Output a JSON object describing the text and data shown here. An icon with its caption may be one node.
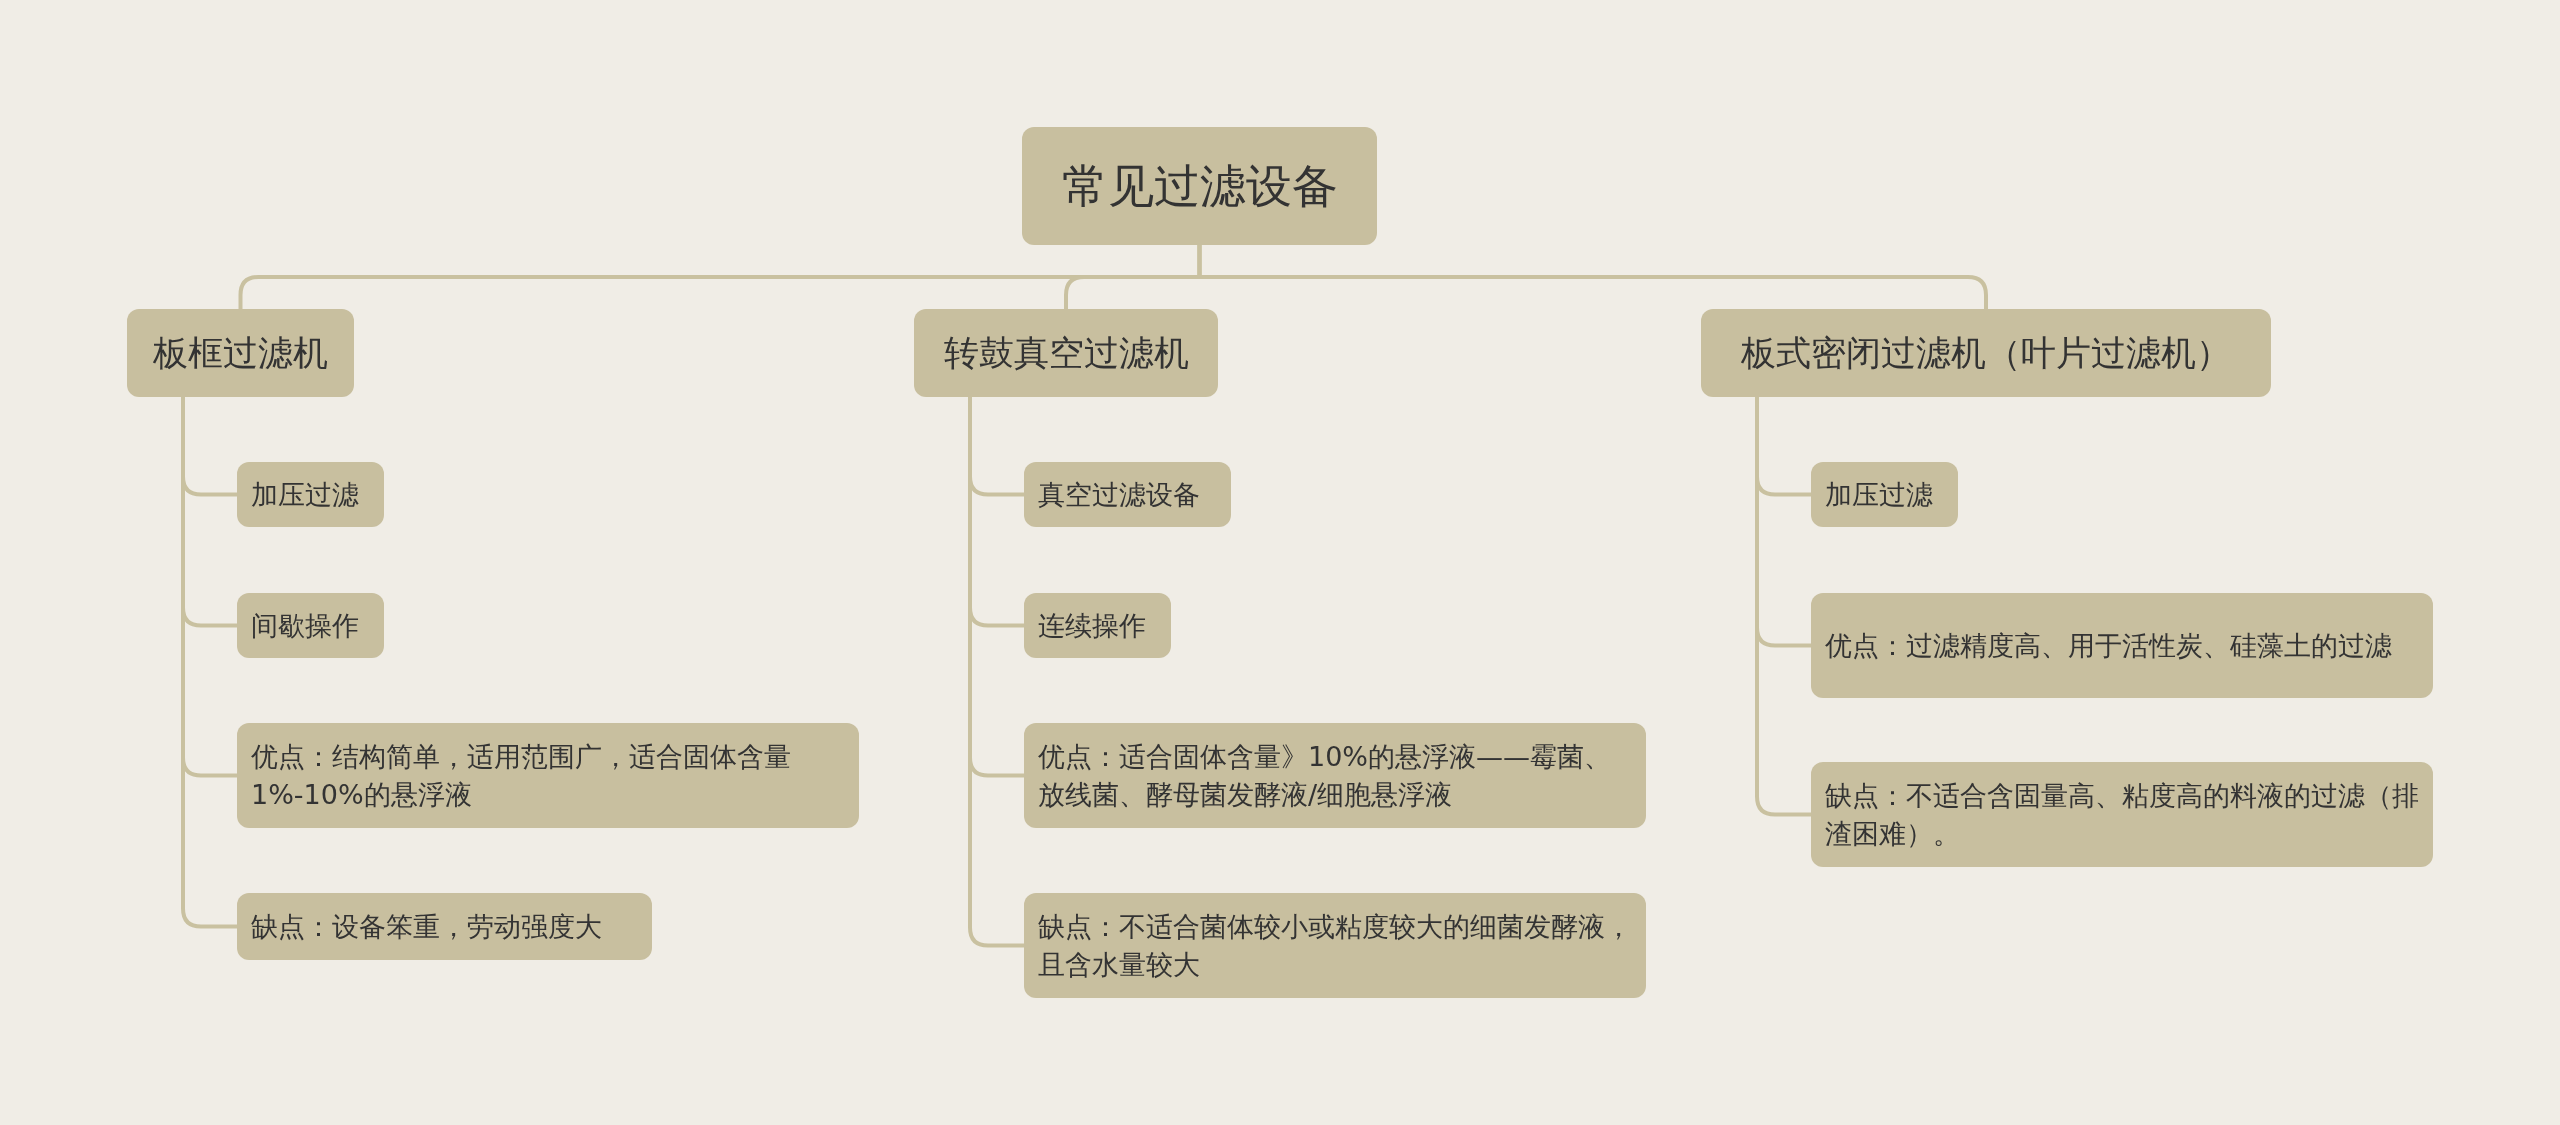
{
  "diagram": {
    "nodes": [
      {
        "text": [
          "常见过滤设备"
        ]
      },
      {
        "text": [
          "板框过滤机"
        ]
      },
      {
        "text": [
          "转鼓真空过滤机"
        ]
      },
      {
        "text": [
          "板式密闭过滤机（叶片过滤机）"
        ]
      },
      {
        "text": [
          "加压过滤"
        ]
      },
      {
        "text": [
          "间歇操作"
        ]
      },
      {
        "text": [
          "优点：结构简单，适用范围广，适合固体含量1%-10%的悬浮液"
        ]
      },
      {
        "text": [
          "缺点：设备笨重，劳动强度大"
        ]
      },
      {
        "text": [
          "真空过滤设备"
        ]
      },
      {
        "text": [
          "连续操作"
        ]
      },
      {
        "text": [
          "优点：适合固体含量》10%的悬浮液——霉菌、放线菌、酵母菌发酵液/细胞悬浮液"
        ]
      },
      {
        "text": [
          "缺点：不适合菌体较小或粘度较大的细菌发酵液，且含水量较大"
        ]
      },
      {
        "text": [
          "加压过滤"
        ]
      },
      {
        "text": [
          "优点：过滤精度高、用于活性炭、硅藻土的过滤"
        ]
      },
      {
        "text": [
          "缺点：不适合含固量高、粘度高的料液的过滤（排渣困难）。"
        ]
      }
    ],
    "edges": [
      {
        "from": 0,
        "to": 1,
        "arrow": "none"
      },
      {
        "from": 0,
        "to": 2,
        "arrow": "none"
      },
      {
        "from": 0,
        "to": 3,
        "arrow": "none"
      },
      {
        "from": 1,
        "to": 4,
        "arrow": "none"
      },
      {
        "from": 1,
        "to": 5,
        "arrow": "none"
      },
      {
        "from": 1,
        "to": 6,
        "arrow": "none"
      },
      {
        "from": 1,
        "to": 7,
        "arrow": "none"
      },
      {
        "from": 2,
        "to": 8,
        "arrow": "none"
      },
      {
        "from": 2,
        "to": 9,
        "arrow": "none"
      },
      {
        "from": 2,
        "to": 10,
        "arrow": "none"
      },
      {
        "from": 2,
        "to": 11,
        "arrow": "none"
      },
      {
        "from": 3,
        "to": 12,
        "arrow": "none"
      },
      {
        "from": 3,
        "to": 13,
        "arrow": "none"
      },
      {
        "from": 3,
        "to": 14,
        "arrow": "none"
      }
    ]
  }
}
